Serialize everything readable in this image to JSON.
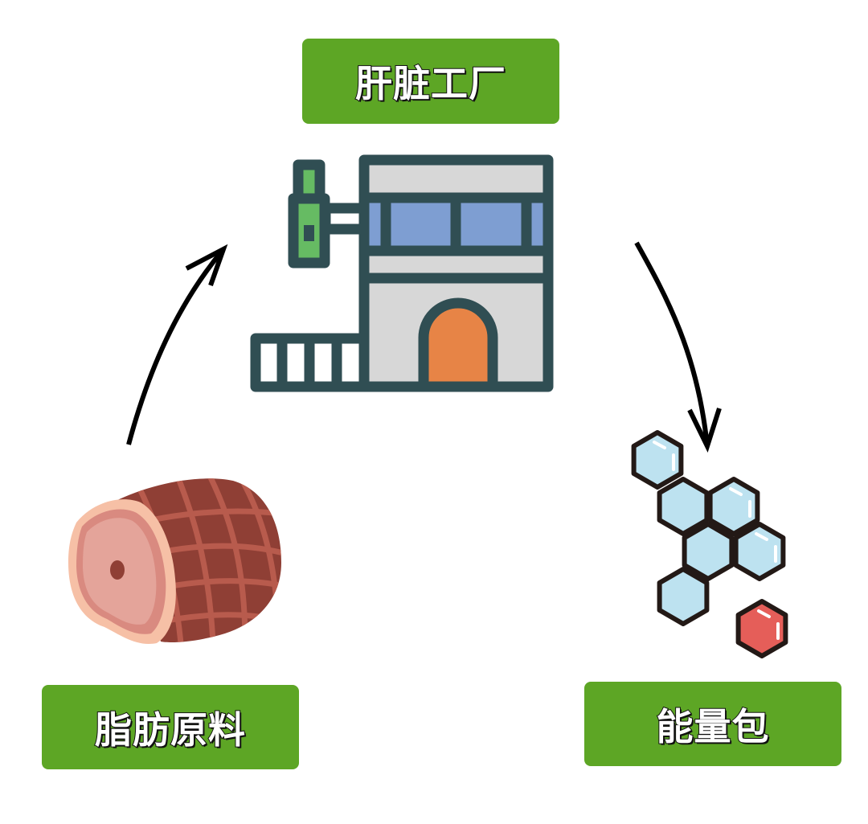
{
  "diagram": {
    "title_node": {
      "label": "肝脏工厂",
      "icon": "factory-icon"
    },
    "input_node": {
      "label": "脂肪原料",
      "icon": "ham-meat-icon"
    },
    "output_node": {
      "label": "能量包",
      "icon": "hexagon-molecule-icon"
    },
    "flow": [
      {
        "from": "脂肪原料",
        "to": "肝脏工厂",
        "icon": "curved-arrow-up-icon"
      },
      {
        "from": "肝脏工厂",
        "to": "能量包",
        "icon": "curved-arrow-down-icon"
      }
    ]
  },
  "colors": {
    "label_bg": "#5da625",
    "label_text": "#ffffff",
    "factory_outline": "#304e53",
    "factory_wall": "#d7d7d7",
    "factory_window": "#7e9ed2",
    "factory_door": "#e78446",
    "factory_sign": "#66bb63",
    "meat_outer": "#8f3f35",
    "meat_net": "#b85b4d",
    "meat_face": "#e4a49a",
    "meat_rind": "#f6c0a6",
    "hex_blue": "#bde2f0",
    "hex_red": "#e55e59",
    "hex_outline": "#231916",
    "arrow": "#000000"
  }
}
